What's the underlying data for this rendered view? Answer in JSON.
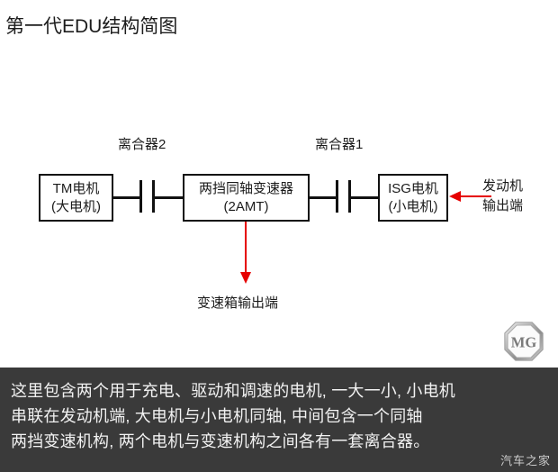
{
  "page": {
    "title": "第一代EDU结构简图",
    "background_color": "#ffffff",
    "accent_color": "#e60000",
    "caption_background": "#3a3a3a"
  },
  "diagram": {
    "boxes": [
      {
        "id": "tm-motor",
        "line1": "TM电机",
        "line2": "(大电机)"
      },
      {
        "id": "gearbox",
        "line1": "两挡同轴变速器",
        "line2": "(2AMT)"
      },
      {
        "id": "isg-motor",
        "line1": "ISG电机",
        "line2": "(小电机)"
      }
    ],
    "clutch_labels": [
      {
        "id": "clutch-2",
        "label": "离合器2"
      },
      {
        "id": "clutch-1",
        "label": "离合器1"
      }
    ],
    "annotations": {
      "gearbox_output": "变速箱输出端",
      "engine_output_line1": "发动机",
      "engine_output_line2": "输出端"
    },
    "logo": {
      "text": "MG",
      "alt": "mg-logo"
    }
  },
  "caption": {
    "lines": [
      "这里包含两个用于充电、驱动和调速的电机, 一大一小, 小电机",
      "串联在发动机端, 大电机与小电机同轴, 中间包含一个同轴",
      "两挡变速机构, 两个电机与变速机构之间各有一套离合器。"
    ],
    "watermark": "汽车之家"
  }
}
